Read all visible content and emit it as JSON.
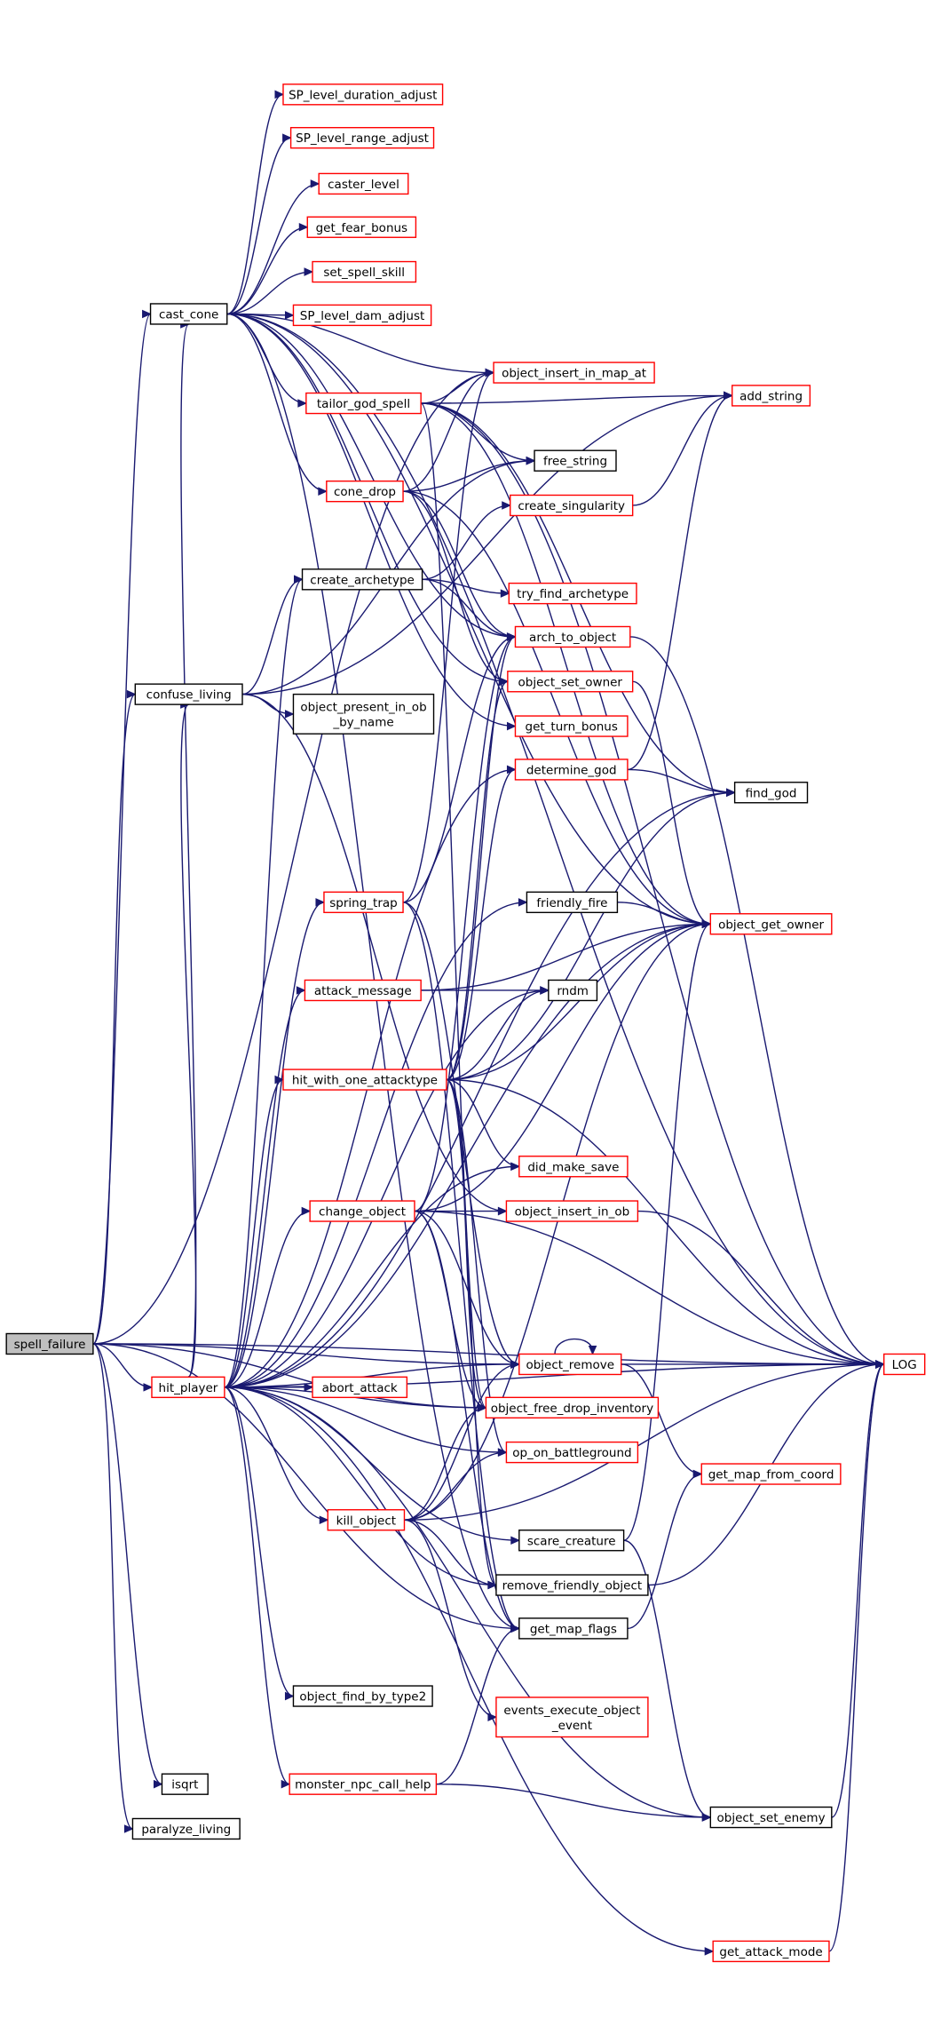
{
  "diagram": {
    "nodes": [
      {
        "id": "spell_failure",
        "label": [
          "spell_failure"
        ],
        "kind": "root"
      },
      {
        "id": "cast_cone",
        "label": [
          "cast_cone"
        ],
        "kind": "normal"
      },
      {
        "id": "confuse_living",
        "label": [
          "confuse_living"
        ],
        "kind": "normal"
      },
      {
        "id": "hit_player",
        "label": [
          "hit_player"
        ],
        "kind": "red"
      },
      {
        "id": "isqrt",
        "label": [
          "isqrt"
        ],
        "kind": "normal"
      },
      {
        "id": "paralyze_living",
        "label": [
          "paralyze_living"
        ],
        "kind": "normal"
      },
      {
        "id": "SP_level_duration_adjust",
        "label": [
          "SP_level_duration_adjust"
        ],
        "kind": "red"
      },
      {
        "id": "SP_level_range_adjust",
        "label": [
          "SP_level_range_adjust"
        ],
        "kind": "red"
      },
      {
        "id": "caster_level",
        "label": [
          "caster_level"
        ],
        "kind": "red"
      },
      {
        "id": "get_fear_bonus",
        "label": [
          "get_fear_bonus"
        ],
        "kind": "red"
      },
      {
        "id": "set_spell_skill",
        "label": [
          "set_spell_skill"
        ],
        "kind": "red"
      },
      {
        "id": "SP_level_dam_adjust",
        "label": [
          "SP_level_dam_adjust"
        ],
        "kind": "red"
      },
      {
        "id": "tailor_god_spell",
        "label": [
          "tailor_god_spell"
        ],
        "kind": "red"
      },
      {
        "id": "cone_drop",
        "label": [
          "cone_drop"
        ],
        "kind": "red"
      },
      {
        "id": "create_archetype",
        "label": [
          "create_archetype"
        ],
        "kind": "normal"
      },
      {
        "id": "object_present_in_ob_by_name",
        "label": [
          "object_present_in_ob",
          "_by_name"
        ],
        "kind": "normal"
      },
      {
        "id": "spring_trap",
        "label": [
          "spring_trap"
        ],
        "kind": "red"
      },
      {
        "id": "attack_message",
        "label": [
          "attack_message"
        ],
        "kind": "red"
      },
      {
        "id": "hit_with_one_attacktype",
        "label": [
          "hit_with_one_attacktype"
        ],
        "kind": "red"
      },
      {
        "id": "change_object",
        "label": [
          "change_object"
        ],
        "kind": "red"
      },
      {
        "id": "abort_attack",
        "label": [
          "abort_attack"
        ],
        "kind": "red"
      },
      {
        "id": "kill_object",
        "label": [
          "kill_object"
        ],
        "kind": "red"
      },
      {
        "id": "object_find_by_type2",
        "label": [
          "object_find_by_type2"
        ],
        "kind": "normal"
      },
      {
        "id": "monster_npc_call_help",
        "label": [
          "monster_npc_call_help"
        ],
        "kind": "red"
      },
      {
        "id": "object_insert_in_map_at",
        "label": [
          "object_insert_in_map_at"
        ],
        "kind": "red"
      },
      {
        "id": "free_string",
        "label": [
          "free_string"
        ],
        "kind": "normal"
      },
      {
        "id": "create_singularity",
        "label": [
          "create_singularity"
        ],
        "kind": "red"
      },
      {
        "id": "try_find_archetype",
        "label": [
          "try_find_archetype"
        ],
        "kind": "red"
      },
      {
        "id": "arch_to_object",
        "label": [
          "arch_to_object"
        ],
        "kind": "red"
      },
      {
        "id": "object_set_owner",
        "label": [
          "object_set_owner"
        ],
        "kind": "red"
      },
      {
        "id": "get_turn_bonus",
        "label": [
          "get_turn_bonus"
        ],
        "kind": "red"
      },
      {
        "id": "determine_god",
        "label": [
          "determine_god"
        ],
        "kind": "red"
      },
      {
        "id": "friendly_fire",
        "label": [
          "friendly_fire"
        ],
        "kind": "normal"
      },
      {
        "id": "rndm",
        "label": [
          "rndm"
        ],
        "kind": "normal"
      },
      {
        "id": "did_make_save",
        "label": [
          "did_make_save"
        ],
        "kind": "red"
      },
      {
        "id": "object_insert_in_ob",
        "label": [
          "object_insert_in_ob"
        ],
        "kind": "red"
      },
      {
        "id": "object_remove",
        "label": [
          "object_remove"
        ],
        "kind": "red"
      },
      {
        "id": "object_free_drop_inventory",
        "label": [
          "object_free_drop_inventory"
        ],
        "kind": "red"
      },
      {
        "id": "op_on_battleground",
        "label": [
          "op_on_battleground"
        ],
        "kind": "red"
      },
      {
        "id": "scare_creature",
        "label": [
          "scare_creature"
        ],
        "kind": "normal"
      },
      {
        "id": "remove_friendly_object",
        "label": [
          "remove_friendly_object"
        ],
        "kind": "normal"
      },
      {
        "id": "get_map_flags",
        "label": [
          "get_map_flags"
        ],
        "kind": "normal"
      },
      {
        "id": "events_execute_object_event",
        "label": [
          "events_execute_object",
          "_event"
        ],
        "kind": "red"
      },
      {
        "id": "add_string",
        "label": [
          "add_string"
        ],
        "kind": "red"
      },
      {
        "id": "find_god",
        "label": [
          "find_god"
        ],
        "kind": "normal"
      },
      {
        "id": "object_get_owner",
        "label": [
          "object_get_owner"
        ],
        "kind": "red"
      },
      {
        "id": "get_map_from_coord",
        "label": [
          "get_map_from_coord"
        ],
        "kind": "red"
      },
      {
        "id": "object_set_enemy",
        "label": [
          "object_set_enemy"
        ],
        "kind": "normal"
      },
      {
        "id": "get_attack_mode",
        "label": [
          "get_attack_mode"
        ],
        "kind": "red"
      },
      {
        "id": "LOG",
        "label": [
          "LOG"
        ],
        "kind": "red"
      }
    ],
    "edges": [
      [
        "spell_failure",
        "cast_cone"
      ],
      [
        "spell_failure",
        "confuse_living"
      ],
      [
        "spell_failure",
        "hit_player"
      ],
      [
        "spell_failure",
        "isqrt"
      ],
      [
        "spell_failure",
        "paralyze_living"
      ],
      [
        "spell_failure",
        "LOG"
      ],
      [
        "spell_failure",
        "object_free_drop_inventory"
      ],
      [
        "spell_failure",
        "object_remove"
      ],
      [
        "spell_failure",
        "object_insert_in_map_at"
      ],
      [
        "spell_failure",
        "get_map_flags"
      ],
      [
        "cast_cone",
        "SP_level_duration_adjust"
      ],
      [
        "cast_cone",
        "SP_level_range_adjust"
      ],
      [
        "cast_cone",
        "caster_level"
      ],
      [
        "cast_cone",
        "get_fear_bonus"
      ],
      [
        "cast_cone",
        "set_spell_skill"
      ],
      [
        "cast_cone",
        "SP_level_dam_adjust"
      ],
      [
        "cast_cone",
        "tailor_god_spell"
      ],
      [
        "cast_cone",
        "cone_drop"
      ],
      [
        "cast_cone",
        "object_insert_in_map_at"
      ],
      [
        "cast_cone",
        "arch_to_object"
      ],
      [
        "cast_cone",
        "object_set_owner"
      ],
      [
        "cast_cone",
        "get_turn_bonus"
      ],
      [
        "cast_cone",
        "LOG"
      ],
      [
        "cast_cone",
        "object_get_owner"
      ],
      [
        "cast_cone",
        "get_map_flags"
      ],
      [
        "tailor_god_spell",
        "object_insert_in_map_at"
      ],
      [
        "tailor_god_spell",
        "free_string"
      ],
      [
        "tailor_god_spell",
        "add_string"
      ],
      [
        "tailor_god_spell",
        "find_god"
      ],
      [
        "tailor_god_spell",
        "object_get_owner"
      ],
      [
        "tailor_god_spell",
        "object_free_drop_inventory"
      ],
      [
        "tailor_god_spell",
        "LOG"
      ],
      [
        "cone_drop",
        "object_insert_in_map_at"
      ],
      [
        "cone_drop",
        "free_string"
      ],
      [
        "cone_drop",
        "arch_to_object"
      ],
      [
        "cone_drop",
        "object_set_owner"
      ],
      [
        "cone_drop",
        "object_get_owner"
      ],
      [
        "create_archetype",
        "create_singularity"
      ],
      [
        "create_archetype",
        "try_find_archetype"
      ],
      [
        "create_archetype",
        "arch_to_object"
      ],
      [
        "confuse_living",
        "create_archetype"
      ],
      [
        "confuse_living",
        "object_present_in_ob_by_name"
      ],
      [
        "confuse_living",
        "object_insert_in_ob"
      ],
      [
        "confuse_living",
        "free_string"
      ],
      [
        "confuse_living",
        "add_string"
      ],
      [
        "create_singularity",
        "add_string"
      ],
      [
        "arch_to_object",
        "LOG"
      ],
      [
        "object_set_owner",
        "object_get_owner"
      ],
      [
        "determine_god",
        "find_god"
      ],
      [
        "determine_god",
        "add_string"
      ],
      [
        "friendly_fire",
        "object_get_owner"
      ],
      [
        "object_insert_in_ob",
        "LOG"
      ],
      [
        "object_remove",
        "object_remove"
      ],
      [
        "object_remove",
        "LOG"
      ],
      [
        "object_remove",
        "get_map_from_coord"
      ],
      [
        "scare_creature",
        "object_get_owner"
      ],
      [
        "scare_creature",
        "object_set_enemy"
      ],
      [
        "remove_friendly_object",
        "LOG"
      ],
      [
        "get_map_flags",
        "get_map_from_coord"
      ],
      [
        "object_set_enemy",
        "LOG"
      ],
      [
        "get_attack_mode",
        "LOG"
      ],
      [
        "hit_player",
        "cast_cone"
      ],
      [
        "hit_player",
        "confuse_living"
      ],
      [
        "hit_player",
        "create_archetype"
      ],
      [
        "hit_player",
        "spring_trap"
      ],
      [
        "hit_player",
        "attack_message"
      ],
      [
        "hit_player",
        "hit_with_one_attacktype"
      ],
      [
        "hit_player",
        "change_object"
      ],
      [
        "hit_player",
        "abort_attack"
      ],
      [
        "hit_player",
        "kill_object"
      ],
      [
        "hit_player",
        "object_find_by_type2"
      ],
      [
        "hit_player",
        "monster_npc_call_help"
      ],
      [
        "hit_player",
        "friendly_fire"
      ],
      [
        "hit_player",
        "rndm"
      ],
      [
        "hit_player",
        "did_make_save"
      ],
      [
        "hit_player",
        "determine_god"
      ],
      [
        "hit_player",
        "find_god"
      ],
      [
        "hit_player",
        "object_get_owner"
      ],
      [
        "hit_player",
        "object_remove"
      ],
      [
        "hit_player",
        "object_free_drop_inventory"
      ],
      [
        "hit_player",
        "op_on_battleground"
      ],
      [
        "hit_player",
        "scare_creature"
      ],
      [
        "hit_player",
        "remove_friendly_object"
      ],
      [
        "hit_player",
        "object_set_enemy"
      ],
      [
        "hit_player",
        "get_attack_mode"
      ],
      [
        "hit_player",
        "LOG"
      ],
      [
        "spring_trap",
        "object_insert_in_map_at"
      ],
      [
        "spring_trap",
        "arch_to_object"
      ],
      [
        "spring_trap",
        "object_remove"
      ],
      [
        "spring_trap",
        "get_map_flags"
      ],
      [
        "attack_message",
        "rndm"
      ],
      [
        "attack_message",
        "object_get_owner"
      ],
      [
        "hit_with_one_attacktype",
        "rndm"
      ],
      [
        "hit_with_one_attacktype",
        "did_make_save"
      ],
      [
        "hit_with_one_attacktype",
        "arch_to_object"
      ],
      [
        "hit_with_one_attacktype",
        "object_set_owner"
      ],
      [
        "hit_with_one_attacktype",
        "determine_god"
      ],
      [
        "hit_with_one_attacktype",
        "find_god"
      ],
      [
        "hit_with_one_attacktype",
        "object_get_owner"
      ],
      [
        "hit_with_one_attacktype",
        "object_free_drop_inventory"
      ],
      [
        "hit_with_one_attacktype",
        "op_on_battleground"
      ],
      [
        "hit_with_one_attacktype",
        "remove_friendly_object"
      ],
      [
        "hit_with_one_attacktype",
        "LOG"
      ],
      [
        "change_object",
        "object_insert_in_ob"
      ],
      [
        "change_object",
        "arch_to_object"
      ],
      [
        "change_object",
        "object_remove"
      ],
      [
        "change_object",
        "object_free_drop_inventory"
      ],
      [
        "change_object",
        "object_get_owner"
      ],
      [
        "change_object",
        "LOG"
      ],
      [
        "change_object",
        "get_map_flags"
      ],
      [
        "kill_object",
        "object_remove"
      ],
      [
        "kill_object",
        "object_free_drop_inventory"
      ],
      [
        "kill_object",
        "op_on_battleground"
      ],
      [
        "kill_object",
        "remove_friendly_object"
      ],
      [
        "kill_object",
        "events_execute_object_event"
      ],
      [
        "kill_object",
        "object_get_owner"
      ],
      [
        "kill_object",
        "LOG"
      ],
      [
        "monster_npc_call_help",
        "get_map_flags"
      ],
      [
        "monster_npc_call_help",
        "object_set_enemy"
      ]
    ]
  }
}
